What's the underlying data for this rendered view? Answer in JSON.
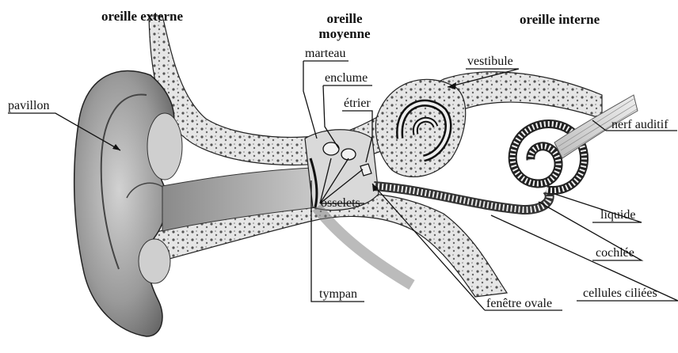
{
  "sections": {
    "external": "oreille externe",
    "middle_line1": "oreille",
    "middle_line2": "moyenne",
    "internal": "oreille interne"
  },
  "labels": {
    "pavillon": "pavillon",
    "marteau": "marteau",
    "enclume": "enclume",
    "etrier": "étrier",
    "osselets": "osselets",
    "tympan": "tympan",
    "vestibule": "vestibule",
    "nerf_auditif": "nerf auditif",
    "liquide": "liquide",
    "cochlee": "cochlée",
    "cellules_ciliees": "cellules ciliées",
    "fenetre_ovale": "fenêtre ovale"
  },
  "colors": {
    "line": "#111111",
    "tissue": "#bdbdbd",
    "bone": "#e4e4e4",
    "dark": "#3a3a3a"
  }
}
